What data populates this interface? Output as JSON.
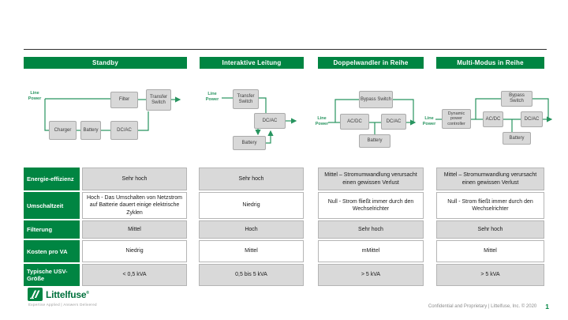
{
  "colors": {
    "brand_green": "#008542",
    "line_green": "#27945f",
    "cell_grey": "#d9d9d9",
    "logotype_green": "#00703c"
  },
  "diagrams": {
    "line_power": "Line Power",
    "standby": {
      "charger": "Charger",
      "battery": "Battery",
      "dcac": "DC/AC",
      "filter": "Filter",
      "transfer": "Transfer Switch"
    },
    "line_interactive": {
      "transfer": "Transfer Switch",
      "dcac": "DC/AC",
      "battery": "Battery"
    },
    "double_conversion": {
      "bypass": "Bypass Switch",
      "acdc": "AC/DC",
      "dcac": "DC/AC",
      "battery": "Battery"
    },
    "multi_mode": {
      "controller": "Dynamic power controller",
      "bypass": "Bypass Switch",
      "acdc": "AC/DC",
      "dcac": "DC/AC",
      "battery": "Battery"
    }
  },
  "table": {
    "row_labels": [
      "Energie-effizienz",
      "Umschaltzeit",
      "Filterung",
      "Kosten pro VA",
      "Typische USV-Größe"
    ],
    "columns": [
      {
        "header": "Standby",
        "values": [
          "Sehr hoch",
          "Hoch - Das Umschalten von Netzstrom auf Batterie dauert einige elektrische Zyklen",
          "Mittel",
          "Niedrig",
          "< 0,5 kVA"
        ]
      },
      {
        "header": "Interaktive Leitung",
        "values": [
          "Sehr hoch",
          "Niedrig",
          "Hoch",
          "Mittel",
          "0,5 bis 5 kVA"
        ]
      },
      {
        "header": "Doppelwandler in Reihe",
        "values": [
          "Mittel – Stromumwandlung verursacht einen gewissen Verlust",
          "Null - Strom fließt immer durch den Wechselrichter",
          "Sehr hoch",
          "mMittel",
          "> 5 kVA"
        ]
      },
      {
        "header": "Multi-Modus in Reihe",
        "values": [
          "Mittel – Stromumwandlung verursacht einen gewissen Verlust",
          "Null - Strom fließt immer durch den Wechselrichter",
          "Sehr hoch",
          "Mittel",
          "> 5 kVA"
        ]
      }
    ]
  },
  "footer": {
    "logo_text": "Littelfuse",
    "logo_reg": "®",
    "tagline": "Expertise Applied | Answers Delivered",
    "confidential": "Confidential and Proprietary | Littelfuse, Inc. © 2020",
    "page_number": "1"
  }
}
